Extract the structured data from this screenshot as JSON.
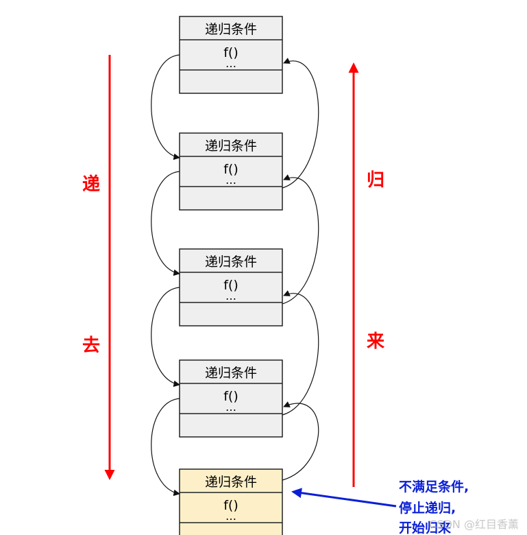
{
  "frames": [
    {
      "condition": "递归条件",
      "call": "f()",
      "ellipsis": "…",
      "highlight": false
    },
    {
      "condition": "递归条件",
      "call": "f()",
      "ellipsis": "…",
      "highlight": false
    },
    {
      "condition": "递归条件",
      "call": "f()",
      "ellipsis": "…",
      "highlight": false
    },
    {
      "condition": "递归条件",
      "call": "f()",
      "ellipsis": "…",
      "highlight": false
    },
    {
      "condition": "递归条件",
      "call": "f()",
      "ellipsis": "…",
      "highlight": true
    }
  ],
  "left_label": {
    "top": "递",
    "bottom": "去"
  },
  "right_label": {
    "top": "归",
    "bottom": "来"
  },
  "note": {
    "lines": [
      "不满足条件,",
      "停止递归,",
      "开始归来"
    ]
  },
  "watermark": "CSDN @红目香薰",
  "colors": {
    "frame_fill": "#efefef",
    "frame_highlight": "#fdf0c8",
    "frame_stroke": "#222222",
    "down_arrow": "#ff0000",
    "up_arrow": "#ff0000",
    "note_text": "#0a1fd6",
    "note_arrow": "#0a1fd6"
  }
}
